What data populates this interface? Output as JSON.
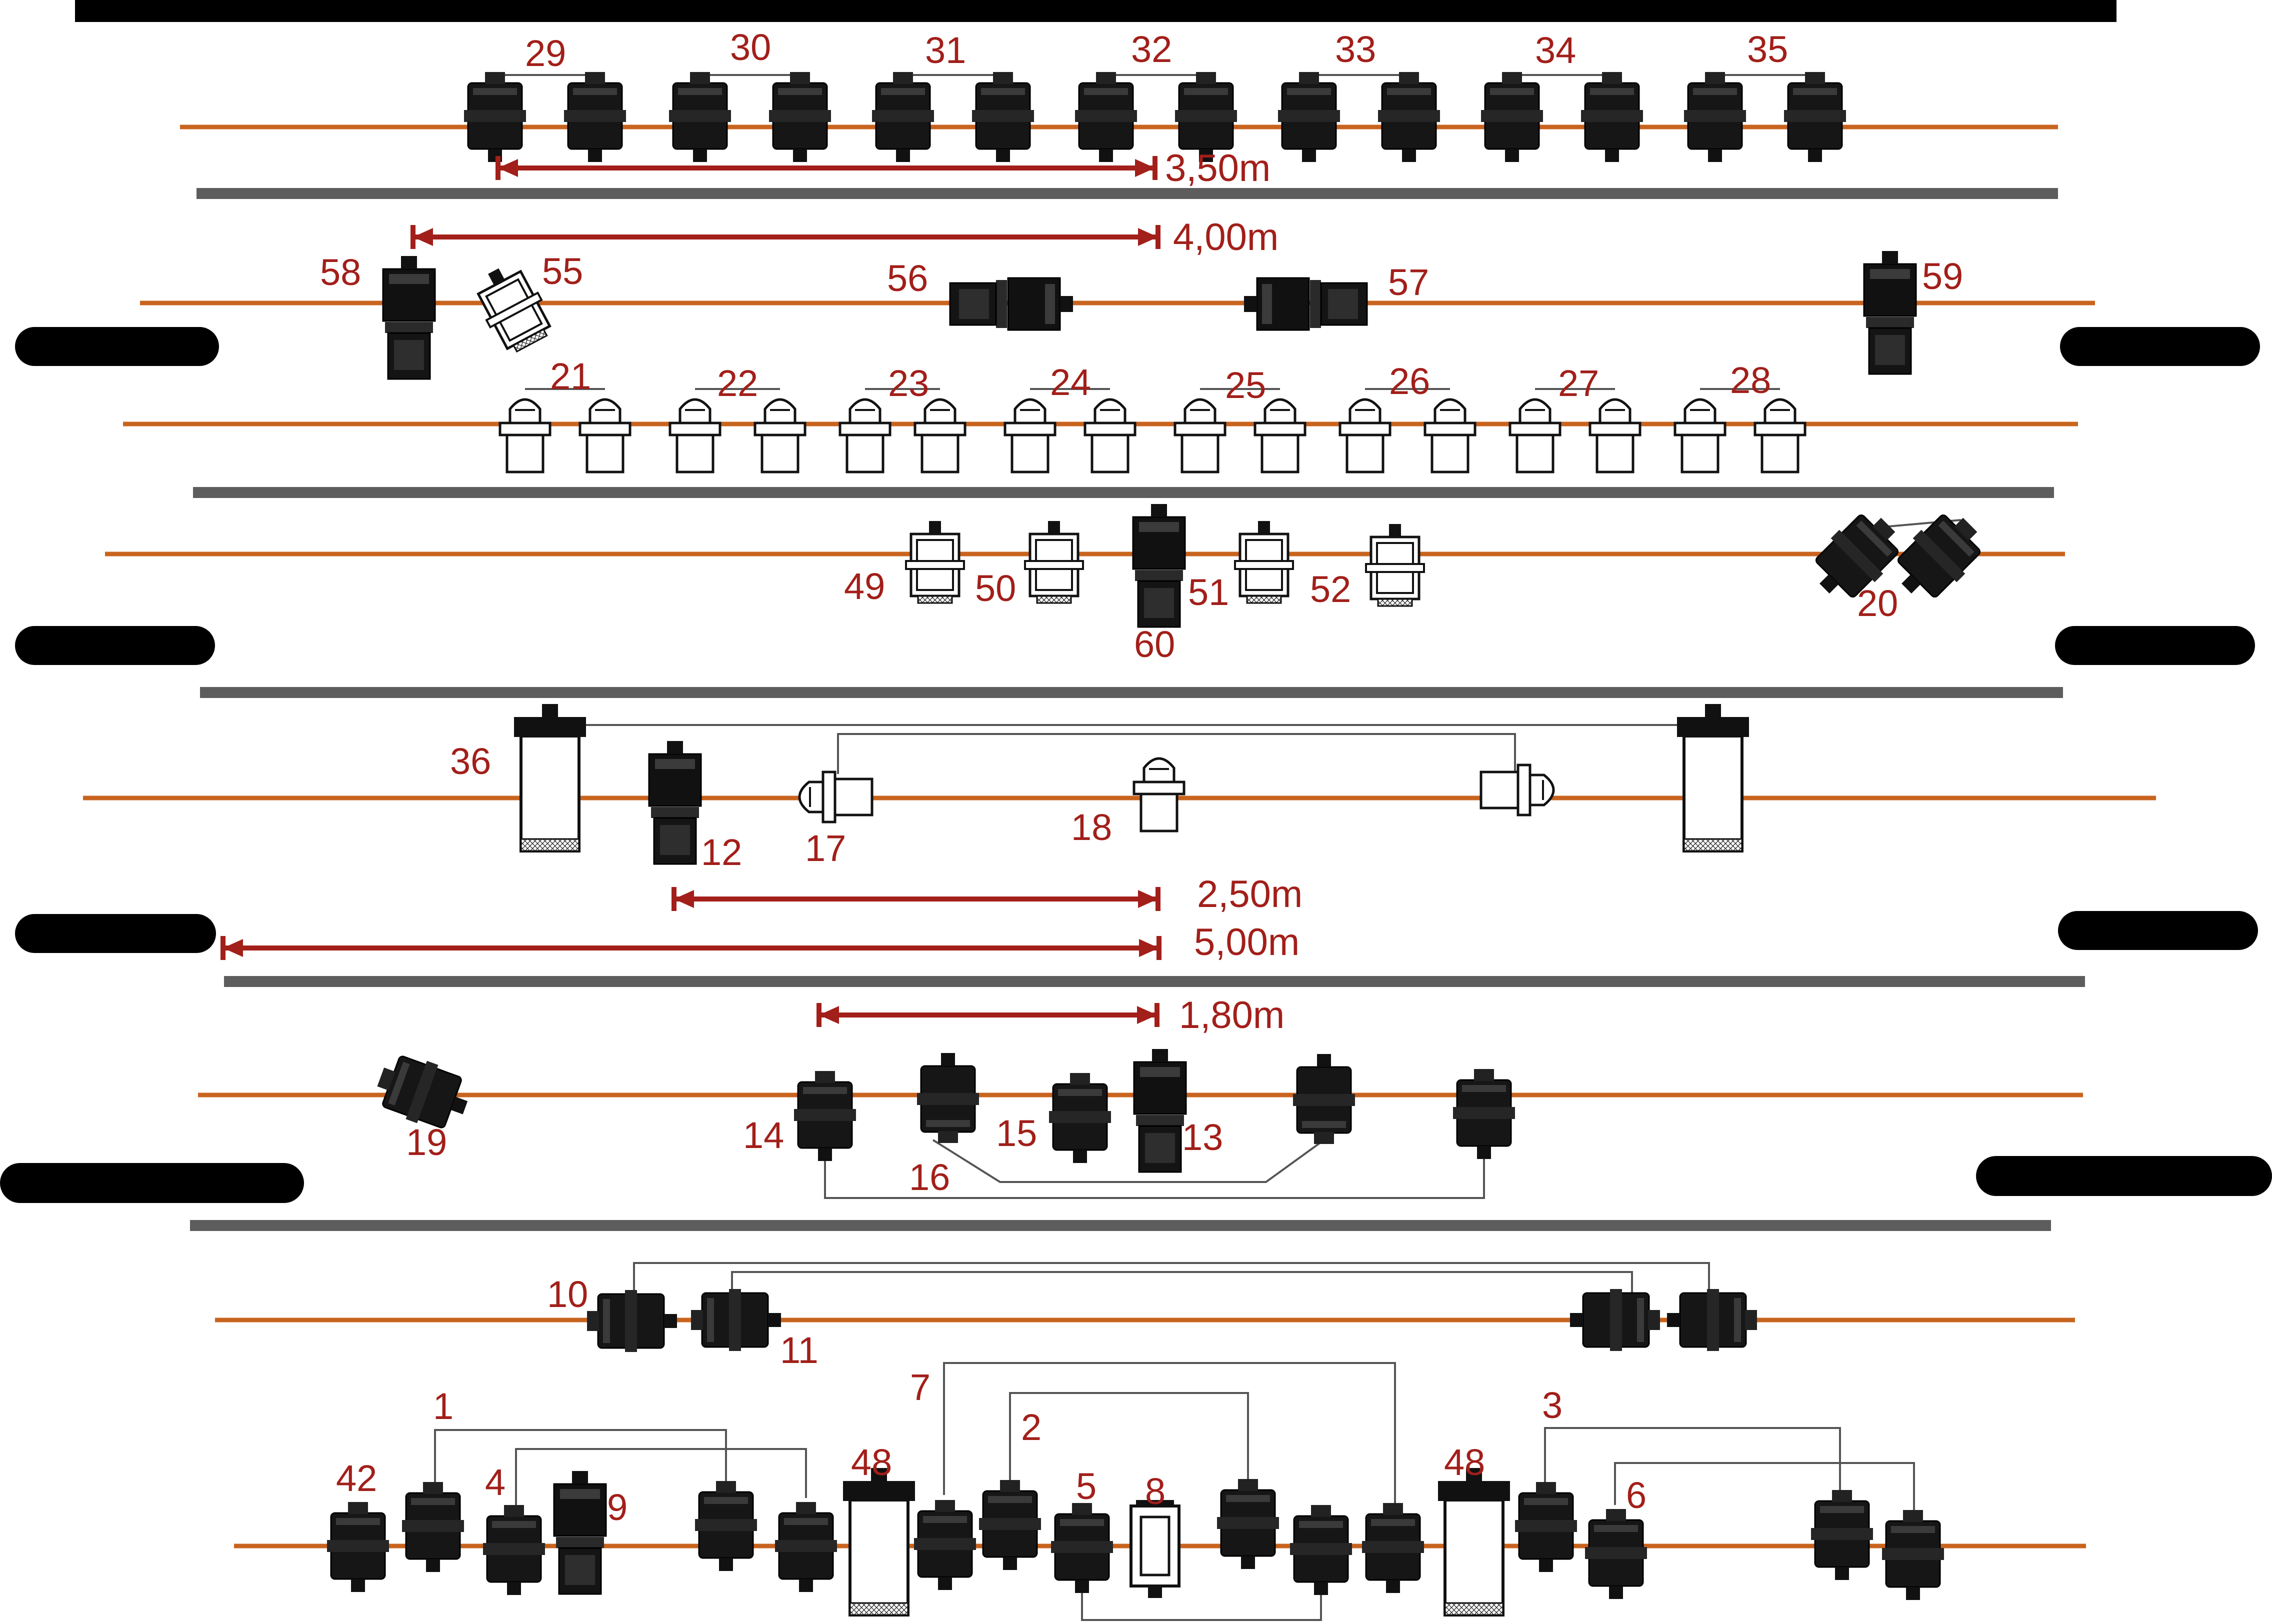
{
  "colors": {
    "rail": "#c8641f",
    "separator": "#5d5d5d",
    "bar": "#000000",
    "label": "#a21f1a",
    "dimension": "#a21f1a",
    "fixture_dark": "#141414",
    "fixture_light": "#ffffff",
    "cable": "#555555"
  },
  "dimensions": {
    "d_350": "3,50m",
    "d_400": "4,00m",
    "d_250": "2,50m",
    "d_500": "5,00m",
    "d_180": "1,80m"
  },
  "labels": {
    "l1": "1",
    "l2": "2",
    "l3": "3",
    "l4": "4",
    "l5": "5",
    "l6": "6",
    "l7": "7",
    "l8": "8",
    "l9": "9",
    "l10": "10",
    "l11": "11",
    "l12": "12",
    "l13": "13",
    "l14": "14",
    "l15": "15",
    "l16": "16",
    "l17": "17",
    "l18": "18",
    "l19": "19",
    "l20": "20",
    "l21": "21",
    "l22": "22",
    "l23": "23",
    "l24": "24",
    "l25": "25",
    "l26": "26",
    "l27": "27",
    "l28": "28",
    "l29": "29",
    "l30": "30",
    "l31": "31",
    "l32": "32",
    "l33": "33",
    "l34": "34",
    "l35": "35",
    "l36": "36",
    "l42": "42",
    "l48a": "48",
    "l48b": "48",
    "l49": "49",
    "l50": "50",
    "l51": "51",
    "l52": "52",
    "l55": "55",
    "l56": "56",
    "l57": "57",
    "l58": "58",
    "l59": "59",
    "l60": "60"
  }
}
